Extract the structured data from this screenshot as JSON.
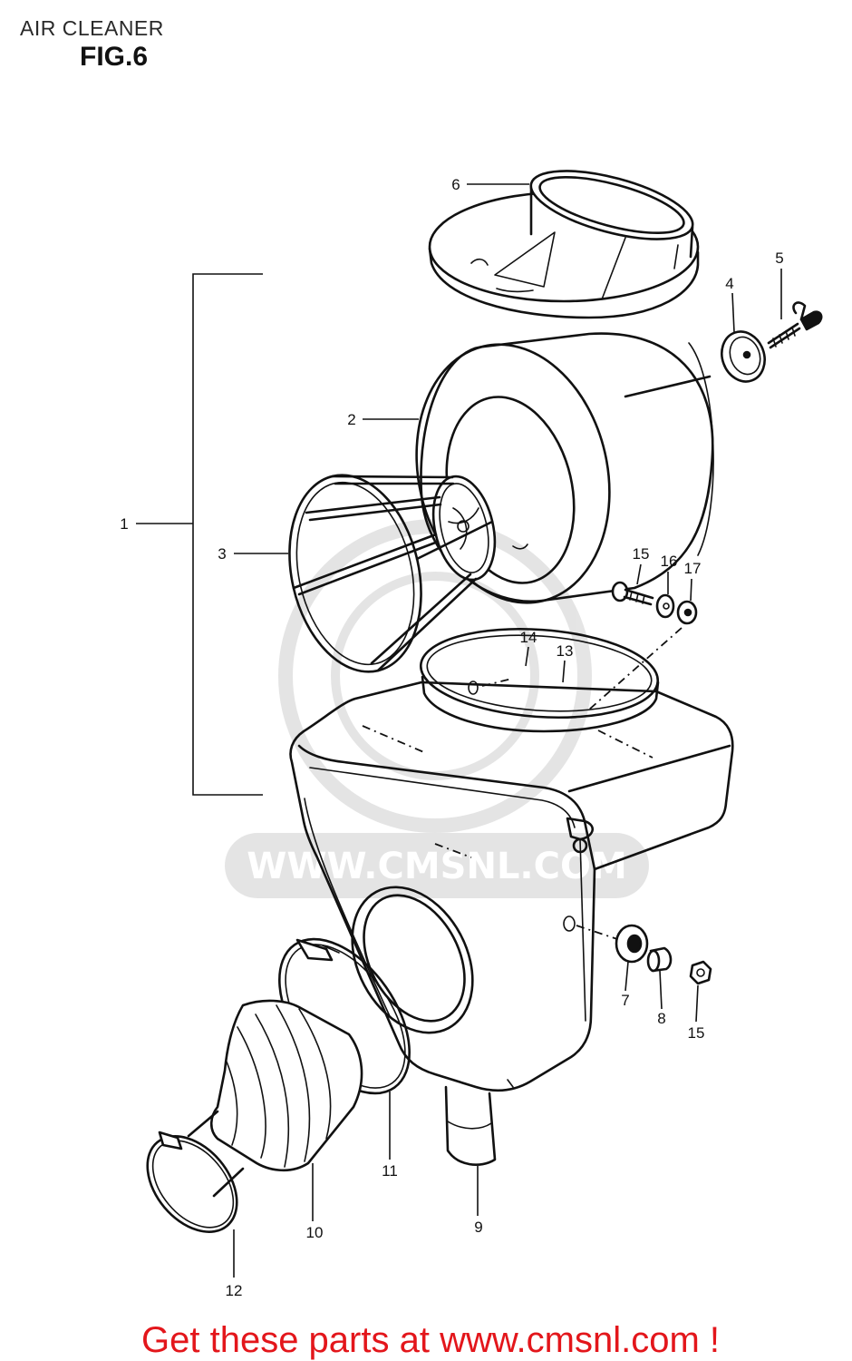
{
  "header": {
    "title": "AIR CLEANER",
    "figure": "FIG.6"
  },
  "callouts": [
    "6",
    "5",
    "4",
    "2",
    "1",
    "3",
    "15",
    "16",
    "17",
    "14",
    "13",
    "7",
    "8",
    "15",
    "11",
    "10",
    "9",
    "12"
  ],
  "watermark": "WWW.CMSNL.COM",
  "footer": {
    "text": "Get these parts at www.cmsnl.com !",
    "color": "#e3161b"
  },
  "colors": {
    "line": "#111111",
    "background": "#ffffff"
  }
}
